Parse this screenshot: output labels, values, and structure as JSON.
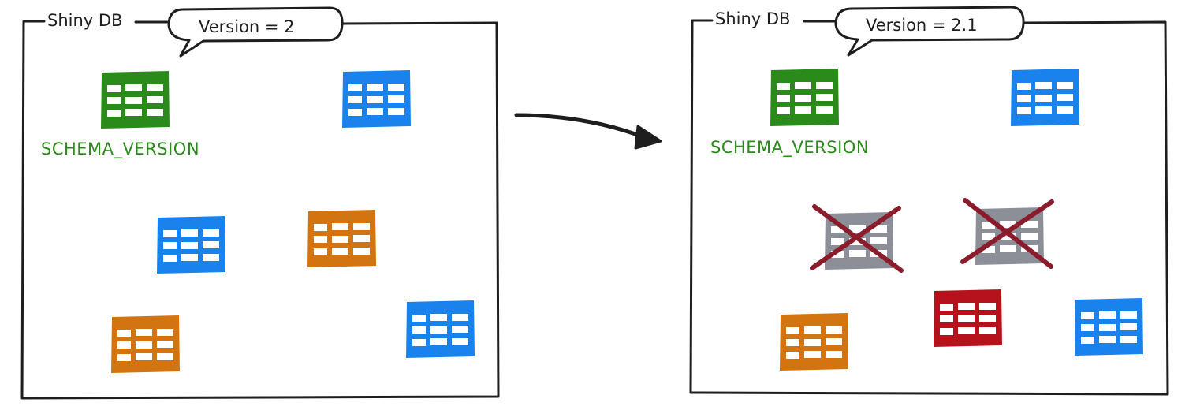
{
  "colors": {
    "green": "#2a8a1a",
    "blue": "#1a82ec",
    "orange": "#d27410",
    "gray": "#8c8f98",
    "red": "#b5121b",
    "cross": "#8a1c2c",
    "ink": "#1e1e1e"
  },
  "before": {
    "db_label": "Shiny DB",
    "version_label": "Version = 2",
    "schema_table_label": "SCHEMA_VERSION",
    "tables": [
      {
        "color": "green",
        "role": "schema_version"
      },
      {
        "color": "blue"
      },
      {
        "color": "blue"
      },
      {
        "color": "orange"
      },
      {
        "color": "orange"
      },
      {
        "color": "blue"
      }
    ]
  },
  "after": {
    "db_label": "Shiny DB",
    "version_label": "Version = 2.1",
    "schema_table_label": "SCHEMA_VERSION",
    "tables": [
      {
        "color": "green",
        "role": "schema_version"
      },
      {
        "color": "blue"
      },
      {
        "color": "gray",
        "removed": true
      },
      {
        "color": "gray",
        "removed": true
      },
      {
        "color": "orange"
      },
      {
        "color": "red"
      },
      {
        "color": "blue"
      }
    ]
  }
}
